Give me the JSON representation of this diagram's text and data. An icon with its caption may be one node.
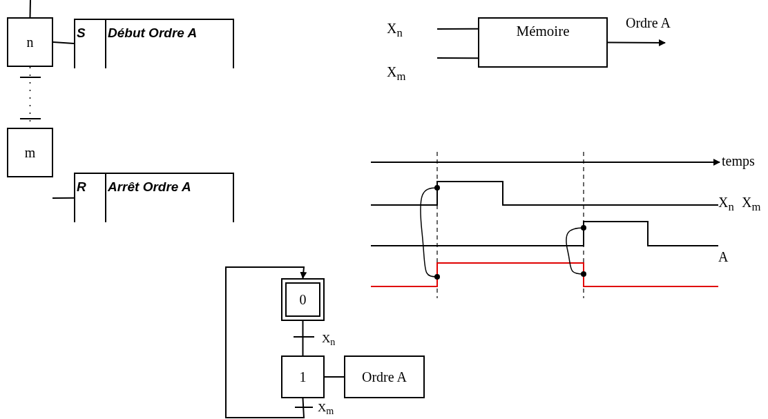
{
  "diagram": {
    "nodes": [
      {
        "text": [
          "n"
        ]
      },
      {
        "text": [
          "S",
          "Début Ordre A"
        ]
      },
      {
        "text": [
          "m"
        ]
      },
      {
        "text": [
          "R",
          "Arrêt Ordre A"
        ]
      },
      {
        "text": [
          "Mémoire"
        ]
      },
      {
        "text": [
          "0"
        ]
      },
      {
        "text": [
          "1"
        ]
      },
      {
        "text": [
          "Ordre A"
        ]
      }
    ],
    "edges": [
      {
        "from": null,
        "to": 0,
        "arrow": "none"
      },
      {
        "from": 0,
        "to": 1,
        "arrow": "none"
      },
      {
        "from": 0,
        "to": 2,
        "arrow": "none",
        "style": "dashed"
      },
      {
        "from": null,
        "to": 3,
        "arrow": "none"
      },
      {
        "from": null,
        "to": 4,
        "arrow": "none"
      },
      {
        "from": null,
        "to": 4,
        "arrow": "none"
      },
      {
        "from": 4,
        "to": null,
        "arrow": "to",
        "label": "Ordre A"
      },
      {
        "from": 5,
        "to": 6,
        "arrow": "none"
      },
      {
        "from": 6,
        "to": 7,
        "arrow": "none"
      },
      {
        "from": 6,
        "to": 5,
        "arrow": "to"
      }
    ],
    "labels": [
      "X$_{n}$",
      "X$_{m}$",
      "temps",
      "X$_{n}$",
      "X$_{m}$",
      "A",
      "X$_{n}$",
      "X$_{m}$"
    ]
  }
}
